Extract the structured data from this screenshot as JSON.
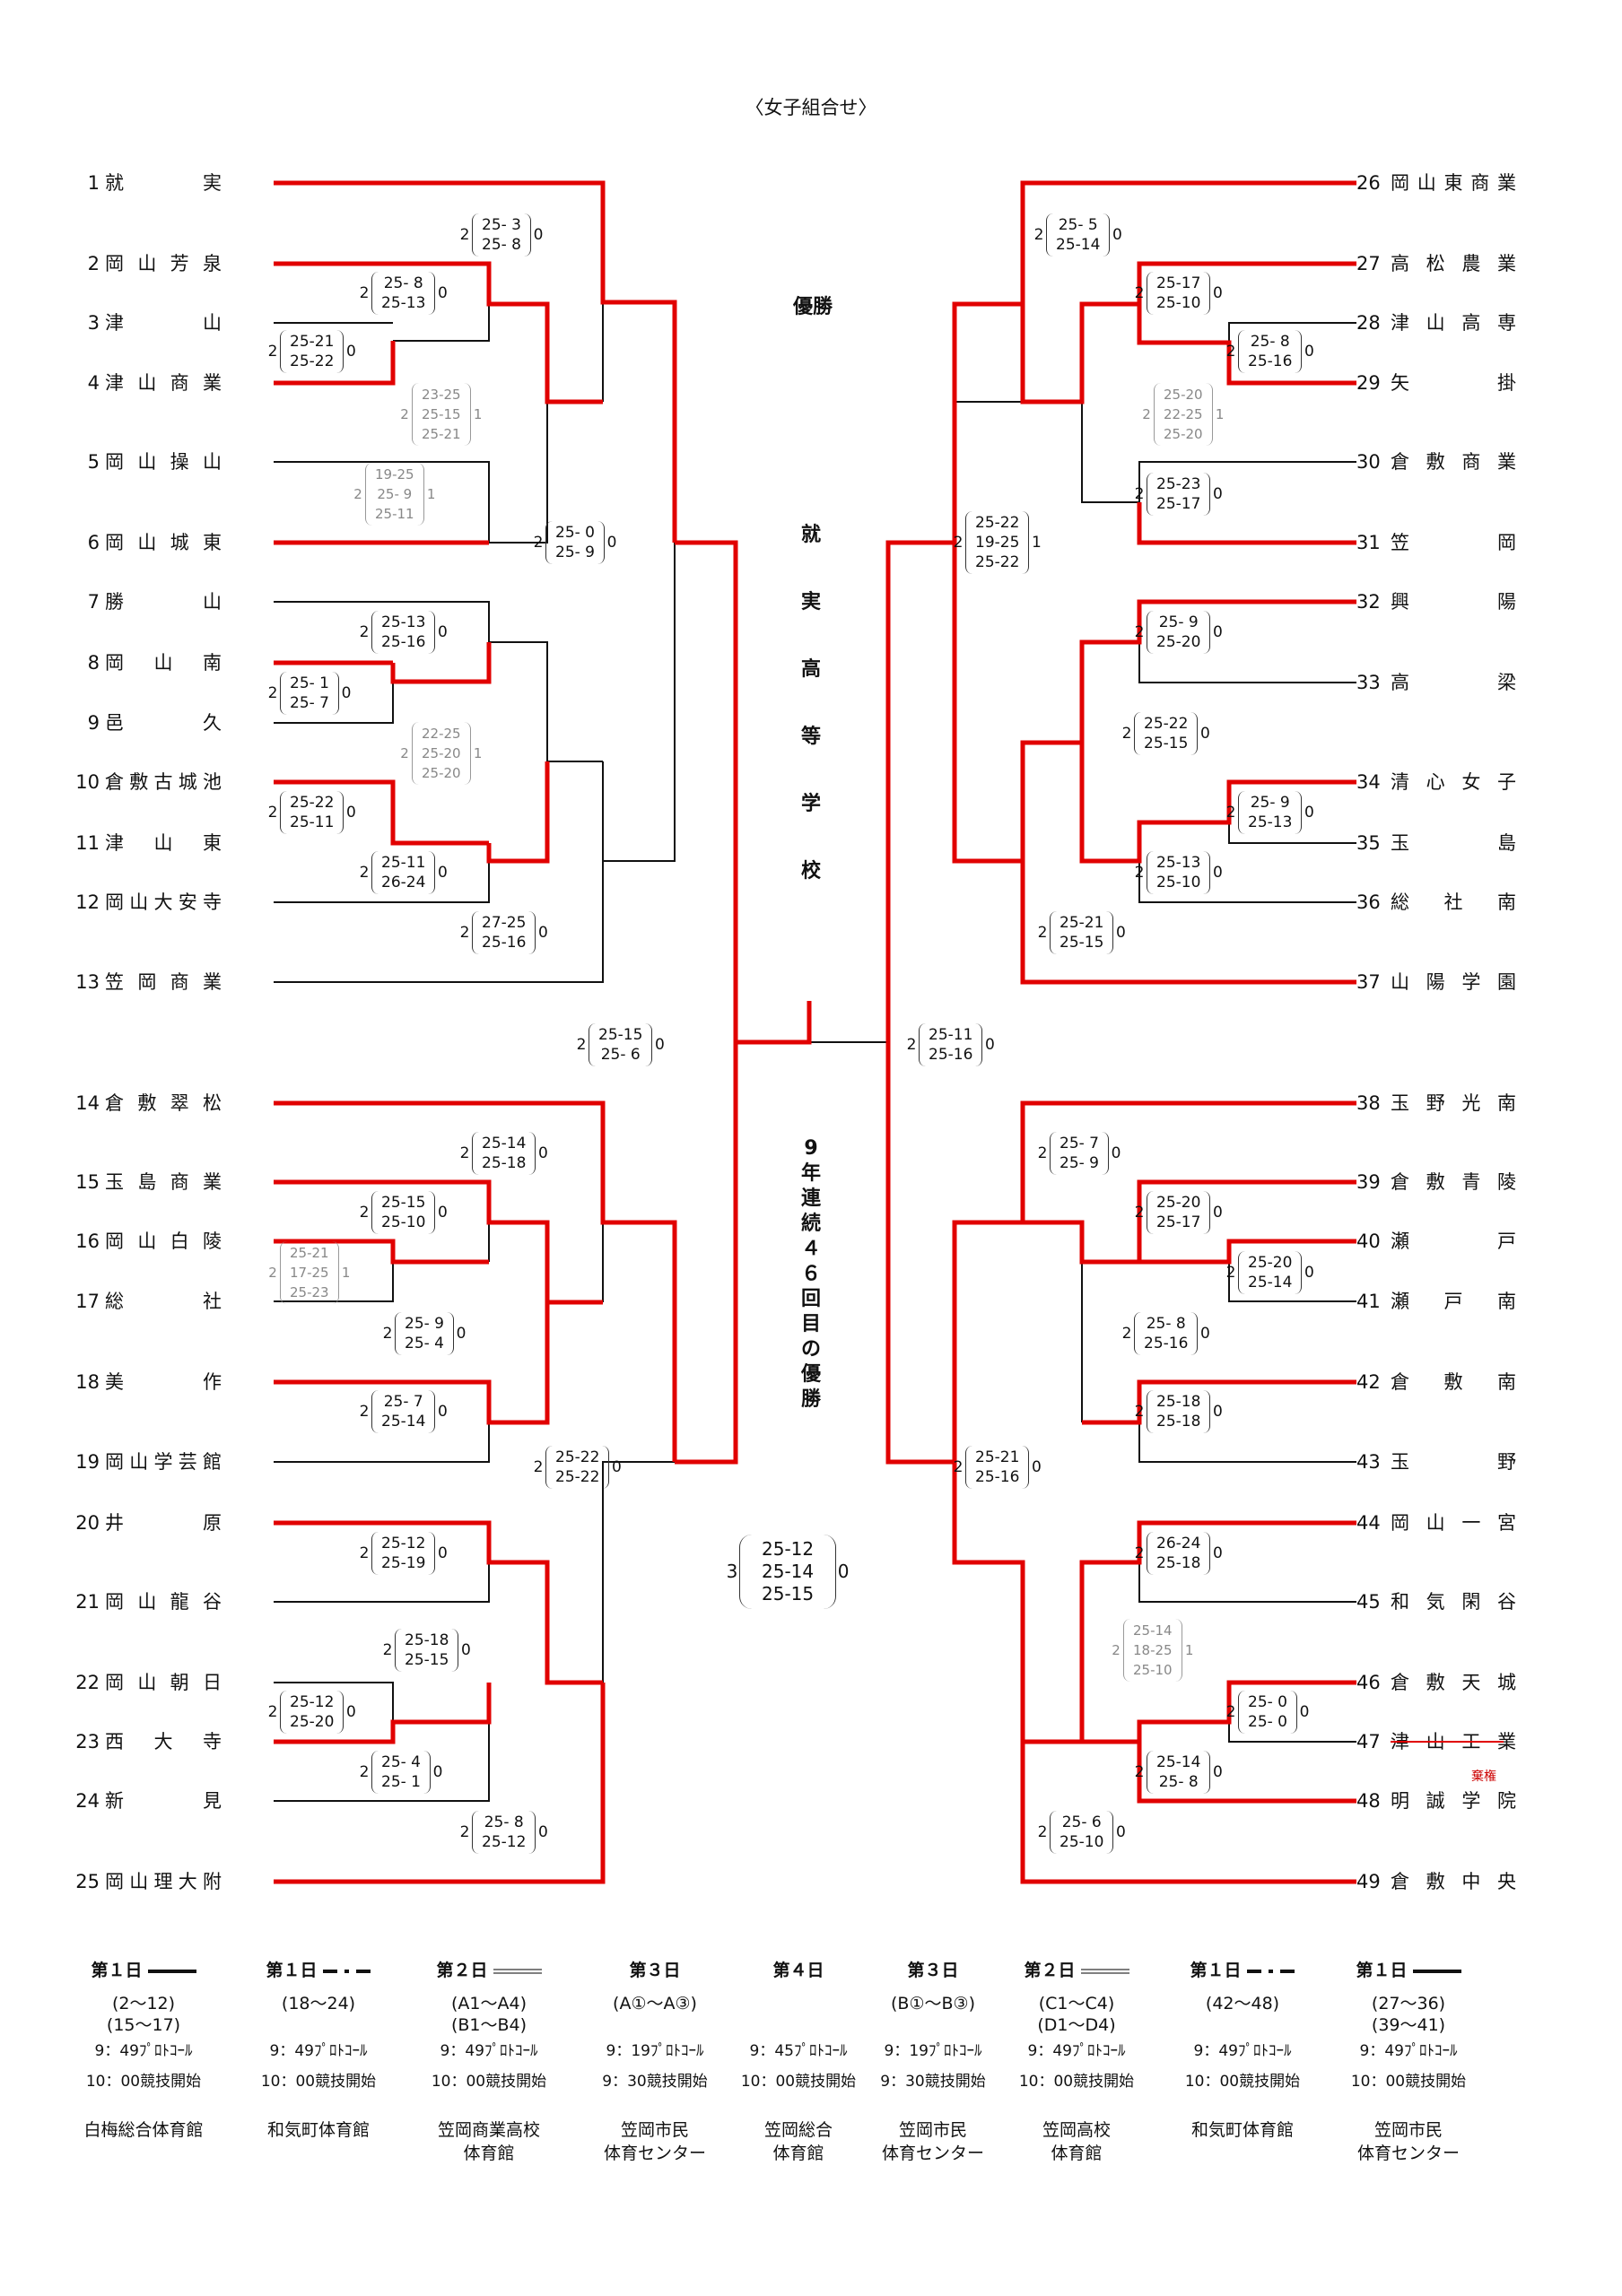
{
  "title": "〈女子組合せ〉",
  "champion_label": "優勝",
  "champion_name": [
    "就",
    "実",
    "高",
    "等",
    "学",
    "校"
  ],
  "champion_note": [
    "9",
    "年",
    "連",
    "続",
    "４",
    "６",
    "回",
    "目",
    "の",
    "優",
    "勝"
  ],
  "left_teams": [
    {
      "num": "1",
      "name": "就　実"
    },
    {
      "num": "2",
      "name": "岡山芳泉"
    },
    {
      "num": "3",
      "name": "津　山"
    },
    {
      "num": "4",
      "name": "津山商業"
    },
    {
      "num": "5",
      "name": "岡山操山"
    },
    {
      "num": "6",
      "name": "岡山城東"
    },
    {
      "num": "7",
      "name": "勝　山"
    },
    {
      "num": "8",
      "name": "岡山南"
    },
    {
      "num": "9",
      "name": "邑　久"
    },
    {
      "num": "10",
      "name": "倉敷古城池"
    },
    {
      "num": "11",
      "name": "津山東"
    },
    {
      "num": "12",
      "name": "岡山大安寺"
    },
    {
      "num": "13",
      "name": "笠岡商業"
    },
    {
      "num": "14",
      "name": "倉敷翠松"
    },
    {
      "num": "15",
      "name": "玉島商業"
    },
    {
      "num": "16",
      "name": "岡山白陵"
    },
    {
      "num": "17",
      "name": "総　社"
    },
    {
      "num": "18",
      "name": "美　作"
    },
    {
      "num": "19",
      "name": "岡山学芸館"
    },
    {
      "num": "20",
      "name": "井　原"
    },
    {
      "num": "21",
      "name": "岡山龍谷"
    },
    {
      "num": "22",
      "name": "岡山朝日"
    },
    {
      "num": "23",
      "name": "西大寺"
    },
    {
      "num": "24",
      "name": "新　見"
    },
    {
      "num": "25",
      "name": "岡山理大附"
    }
  ],
  "right_teams": [
    {
      "num": "26",
      "name": "岡山東商業"
    },
    {
      "num": "27",
      "name": "高松農業"
    },
    {
      "num": "28",
      "name": "津山高専"
    },
    {
      "num": "29",
      "name": "矢　掛"
    },
    {
      "num": "30",
      "name": "倉敷商業"
    },
    {
      "num": "31",
      "name": "笠　岡"
    },
    {
      "num": "32",
      "name": "興　陽"
    },
    {
      "num": "33",
      "name": "高　梁"
    },
    {
      "num": "34",
      "name": "清心女子"
    },
    {
      "num": "35",
      "name": "玉　島"
    },
    {
      "num": "36",
      "name": "総社南"
    },
    {
      "num": "37",
      "name": "山陽学園"
    },
    {
      "num": "38",
      "name": "玉野光南"
    },
    {
      "num": "39",
      "name": "倉敷青陵"
    },
    {
      "num": "40",
      "name": "瀬　戸"
    },
    {
      "num": "41",
      "name": "瀬戸南"
    },
    {
      "num": "42",
      "name": "倉敷南"
    },
    {
      "num": "43",
      "name": "玉　野"
    },
    {
      "num": "44",
      "name": "岡山一宮"
    },
    {
      "num": "45",
      "name": "和気閑谷"
    },
    {
      "num": "46",
      "name": "倉敷天城"
    },
    {
      "num": "47",
      "name": "津山工業"
    },
    {
      "num": "48",
      "name": "明誠学院"
    },
    {
      "num": "49",
      "name": "倉敷中央"
    }
  ],
  "forfeit_note": "棄権",
  "scores": [
    {
      "w": "2",
      "l": "0",
      "sets": [
        "25- 3",
        "25- 8"
      ]
    },
    {
      "w": "2",
      "l": "0",
      "sets": [
        "25- 8",
        "25-13"
      ]
    },
    {
      "w": "2",
      "l": "0",
      "sets": [
        "25-21",
        "25-22"
      ]
    },
    {
      "w": "2",
      "l": "1",
      "sets": [
        "23-25",
        "25-15",
        "25-21"
      ]
    },
    {
      "w": "2",
      "l": "1",
      "sets": [
        "19-25",
        "25- 9",
        "25-11"
      ]
    },
    {
      "w": "2",
      "l": "0",
      "sets": [
        "25- 0",
        "25- 9"
      ]
    },
    {
      "w": "2",
      "l": "0",
      "sets": [
        "25-13",
        "25-16"
      ]
    },
    {
      "w": "2",
      "l": "0",
      "sets": [
        "25- 1",
        "25- 7"
      ]
    },
    {
      "w": "2",
      "l": "1",
      "sets": [
        "22-25",
        "25-20",
        "25-20"
      ]
    },
    {
      "w": "2",
      "l": "0",
      "sets": [
        "25-22",
        "25-11"
      ]
    },
    {
      "w": "2",
      "l": "0",
      "sets": [
        "25-11",
        "26-24"
      ]
    },
    {
      "w": "2",
      "l": "0",
      "sets": [
        "27-25",
        "25-16"
      ]
    },
    {
      "w": "2",
      "l": "0",
      "sets": [
        "25-15",
        "25- 6"
      ]
    },
    {
      "w": "2",
      "l": "0",
      "sets": [
        "25-14",
        "25-18"
      ]
    },
    {
      "w": "2",
      "l": "0",
      "sets": [
        "25-15",
        "25-10"
      ]
    },
    {
      "w": "2",
      "l": "1",
      "sets": [
        "25-21",
        "17-25",
        "25-23"
      ]
    },
    {
      "w": "2",
      "l": "0",
      "sets": [
        "25- 9",
        "25- 4"
      ]
    },
    {
      "w": "2",
      "l": "0",
      "sets": [
        "25- 7",
        "25-14"
      ]
    },
    {
      "w": "2",
      "l": "0",
      "sets": [
        "25-22",
        "25-22"
      ]
    },
    {
      "w": "2",
      "l": "0",
      "sets": [
        "25-12",
        "25-19"
      ]
    },
    {
      "w": "2",
      "l": "0",
      "sets": [
        "25-18",
        "25-15"
      ]
    },
    {
      "w": "2",
      "l": "0",
      "sets": [
        "25-12",
        "25-20"
      ]
    },
    {
      "w": "2",
      "l": "0",
      "sets": [
        "25- 4",
        "25- 1"
      ]
    },
    {
      "w": "2",
      "l": "0",
      "sets": [
        "25- 8",
        "25-12"
      ]
    },
    {
      "w": "2",
      "l": "0",
      "sets": [
        "25- 5",
        "25-14"
      ]
    },
    {
      "w": "2",
      "l": "0",
      "sets": [
        "25-17",
        "25-10"
      ]
    },
    {
      "w": "2",
      "l": "0",
      "sets": [
        "25- 8",
        "25-16"
      ]
    },
    {
      "w": "2",
      "l": "1",
      "sets": [
        "25-20",
        "22-25",
        "25-20"
      ]
    },
    {
      "w": "2",
      "l": "0",
      "sets": [
        "25-23",
        "25-17"
      ]
    },
    {
      "w": "2",
      "l": "1",
      "sets": [
        "25-22",
        "19-25",
        "25-22"
      ]
    },
    {
      "w": "2",
      "l": "0",
      "sets": [
        "25- 9",
        "25-20"
      ]
    },
    {
      "w": "2",
      "l": "0",
      "sets": [
        "25-22",
        "25-15"
      ]
    },
    {
      "w": "2",
      "l": "0",
      "sets": [
        "25- 9",
        "25-13"
      ]
    },
    {
      "w": "2",
      "l": "0",
      "sets": [
        "25-13",
        "25-10"
      ]
    },
    {
      "w": "2",
      "l": "0",
      "sets": [
        "25-21",
        "25-15"
      ]
    },
    {
      "w": "2",
      "l": "0",
      "sets": [
        "25-11",
        "25-16"
      ]
    },
    {
      "w": "2",
      "l": "0",
      "sets": [
        "25- 7",
        "25- 9"
      ]
    },
    {
      "w": "2",
      "l": "0",
      "sets": [
        "25-20",
        "25-17"
      ]
    },
    {
      "w": "2",
      "l": "0",
      "sets": [
        "25-20",
        "25-14"
      ]
    },
    {
      "w": "2",
      "l": "0",
      "sets": [
        "25- 8",
        "25-16"
      ]
    },
    {
      "w": "2",
      "l": "0",
      "sets": [
        "25-18",
        "25-18"
      ]
    },
    {
      "w": "2",
      "l": "0",
      "sets": [
        "25-21",
        "25-16"
      ]
    },
    {
      "w": "2",
      "l": "0",
      "sets": [
        "26-24",
        "25-18"
      ]
    },
    {
      "w": "2",
      "l": "1",
      "sets": [
        "25-14",
        "18-25",
        "25-10"
      ]
    },
    {
      "w": "2",
      "l": "0",
      "sets": [
        "25- 0",
        "25- 0"
      ]
    },
    {
      "w": "2",
      "l": "0",
      "sets": [
        "25-14",
        "25- 8"
      ]
    },
    {
      "w": "2",
      "l": "0",
      "sets": [
        "25- 6",
        "25-10"
      ]
    },
    {
      "w": "3",
      "l": "0",
      "sets": [
        "25-12",
        "25-14",
        "25-15"
      ]
    }
  ],
  "schedule": [
    {
      "day": "第１日",
      "mark": "solid",
      "range": [
        "(2～12)",
        "(15～17)"
      ],
      "protocol": "9：49ﾌﾟﾛﾄｺｰﾙ",
      "start": "10：00競技開始",
      "venue": [
        "白梅総合体育館"
      ]
    },
    {
      "day": "第１日",
      "mark": "dashdot",
      "range": [
        "(18～24)"
      ],
      "protocol": "9：49ﾌﾟﾛﾄｺｰﾙ",
      "start": "10：00競技開始",
      "venue": [
        "和気町体育館"
      ]
    },
    {
      "day": "第２日",
      "mark": "double",
      "range": [
        "(A1～A4)",
        "(B1～B4)"
      ],
      "protocol": "9：49ﾌﾟﾛﾄｺｰﾙ",
      "start": "10：00競技開始",
      "venue": [
        "笠岡商業高校",
        "体育館"
      ]
    },
    {
      "day": "第３日",
      "mark": "none",
      "range": [
        "(A①～A③)"
      ],
      "protocol": "9：19ﾌﾟﾛﾄｺｰﾙ",
      "start": "9：30競技開始",
      "venue": [
        "笠岡市民",
        "体育センター"
      ]
    },
    {
      "day": "第４日",
      "mark": "none",
      "range": [
        ""
      ],
      "protocol": "9：45ﾌﾟﾛﾄｺｰﾙ",
      "start": "10：00競技開始",
      "venue": [
        "笠岡総合",
        "体育館"
      ]
    },
    {
      "day": "第３日",
      "mark": "none",
      "range": [
        "(B①～B③)"
      ],
      "protocol": "9：19ﾌﾟﾛﾄｺｰﾙ",
      "start": "9：30競技開始",
      "venue": [
        "笠岡市民",
        "体育センター"
      ]
    },
    {
      "day": "第２日",
      "mark": "double",
      "range": [
        "(C1～C4)",
        "(D1～D4)"
      ],
      "protocol": "9：49ﾌﾟﾛﾄｺｰﾙ",
      "start": "10：00競技開始",
      "venue": [
        "笠岡高校",
        "体育館"
      ]
    },
    {
      "day": "第１日",
      "mark": "dashdot",
      "range": [
        "(42～48)"
      ],
      "protocol": "9：49ﾌﾟﾛﾄｺｰﾙ",
      "start": "10：00競技開始",
      "venue": [
        "和気町体育館"
      ]
    },
    {
      "day": "第１日",
      "mark": "solid",
      "range": [
        "(27～36)",
        "(39～41)"
      ],
      "protocol": "9：49ﾌﾟﾛﾄｺｰﾙ",
      "start": "10：00競技開始",
      "venue": [
        "笠岡市民",
        "体育センター"
      ]
    }
  ]
}
